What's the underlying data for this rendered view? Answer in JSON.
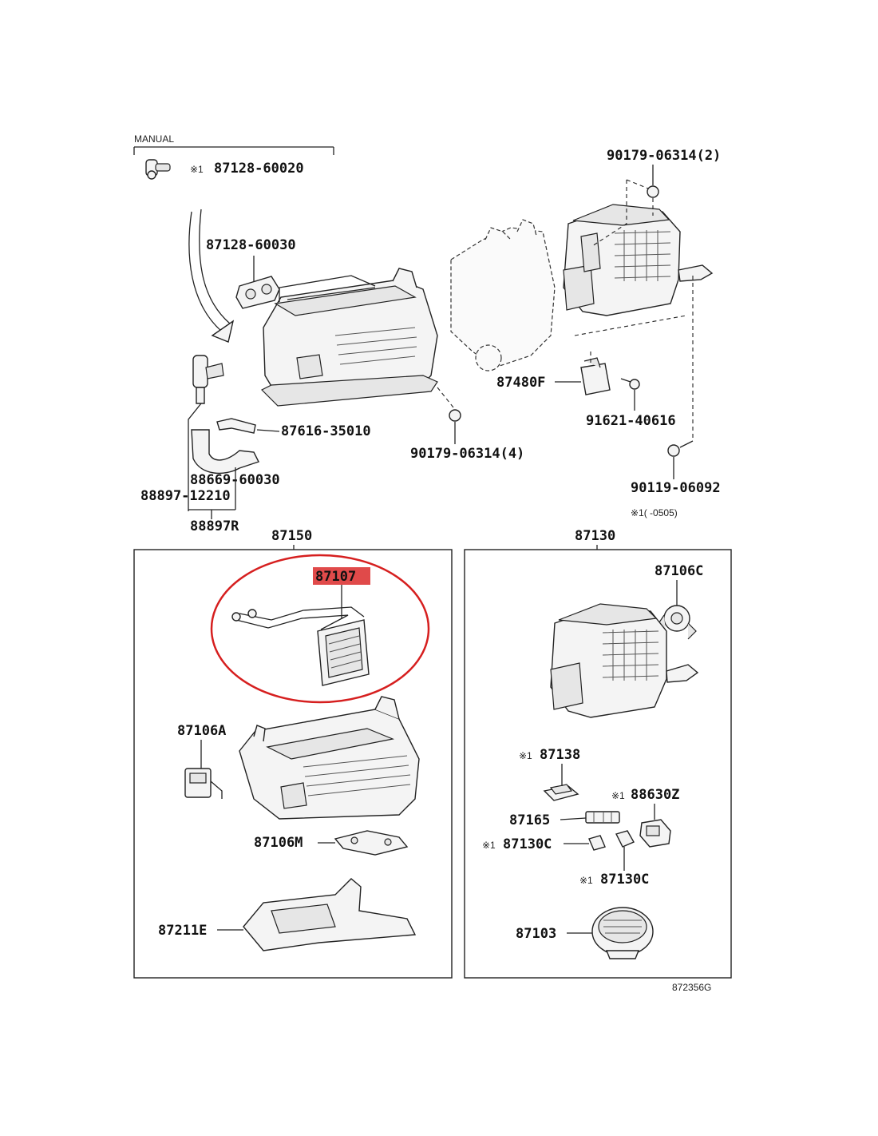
{
  "header": {
    "manual_label": "MANUAL"
  },
  "labels": {
    "p87128_60020": "87128-60020",
    "p87128_60030": "87128-60030",
    "p90179_06314_2": "90179-06314(2)",
    "p87480F": "87480F",
    "p91621_40616": "91621-40616",
    "p87616_35010": "87616-35010",
    "p90179_06314_4": "90179-06314(4)",
    "p88669_60030": "88669-60030",
    "p88897_12210": "88897-12210",
    "p88897R": "88897R",
    "p90119_06092": "90119-06092",
    "note_range": "※1(      -0505)",
    "asm_87150": "87150",
    "asm_87130": "87130",
    "p87107": "87107",
    "p87106C": "87106C",
    "p87106A": "87106A",
    "p87138": "87138",
    "p88630Z": "88630Z",
    "p87165": "87165",
    "p87130C_a": "87130C",
    "p87130C_b": "87130C",
    "p87106M": "87106M",
    "p87211E": "87211E",
    "p87103": "87103",
    "diagram_code": "872356G",
    "note_mark": "※1"
  },
  "colors": {
    "highlight_fill": "#e04a4a",
    "highlight_ring": "#d61f1f",
    "line": "#222222"
  }
}
